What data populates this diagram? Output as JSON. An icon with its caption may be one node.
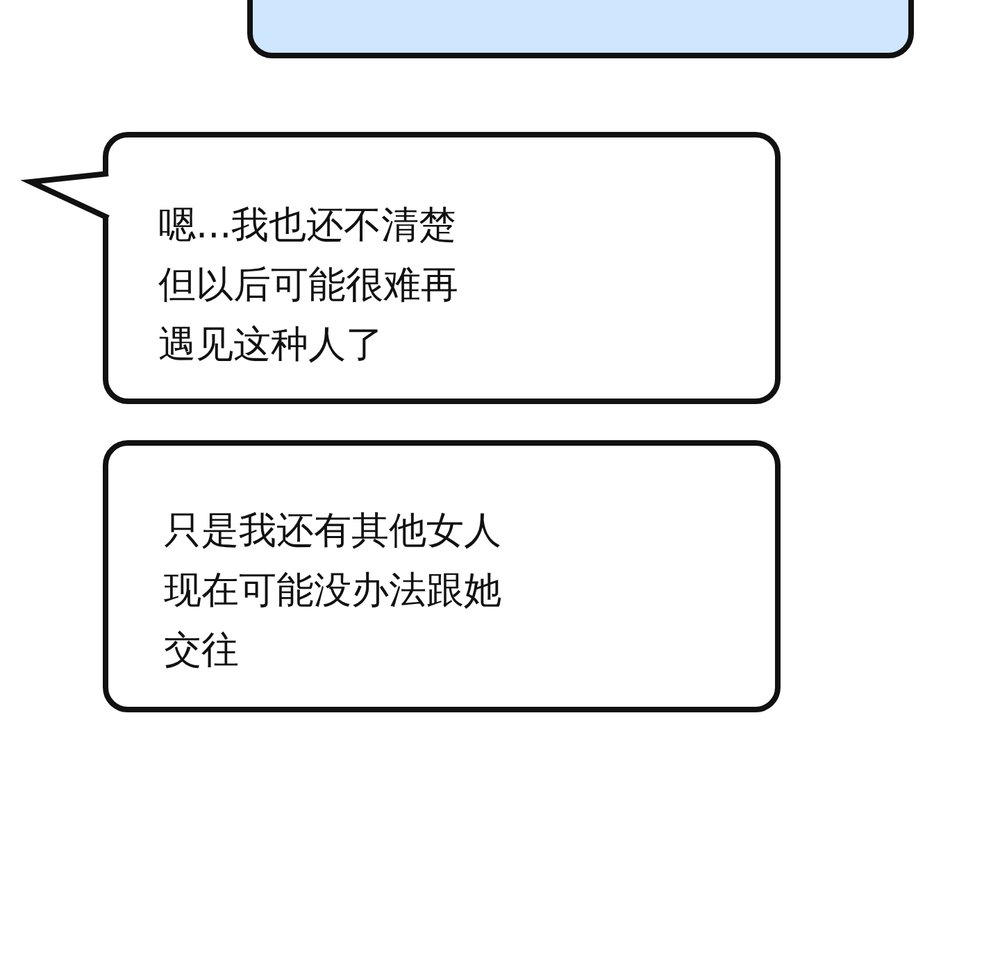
{
  "diagram": {
    "nodes": [
      {
        "text": [],
        "shape": "box"
      },
      {
        "text": [
          "嗯...我也还不清楚但以后可能很难再遇见这种人了"
        ]
      },
      {
        "text": [
          "只是我还有其他女人现在可能没办法跟她交往"
        ]
      }
    ]
  }
}
